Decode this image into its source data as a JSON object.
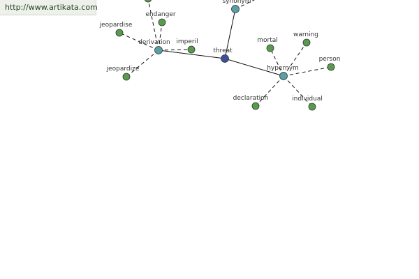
{
  "banner": {
    "url": "http://www.artikata.com"
  },
  "graph": {
    "colors": {
      "center": "#3d4f9c",
      "relation": "#5a9fa5",
      "word": "#5a9a4e",
      "stroke": "#2f3a2f",
      "edge": "#111111"
    },
    "nodes": [
      {
        "id": "threat",
        "label": "threat",
        "kind": "center"
      },
      {
        "id": "synonym",
        "label": "synonym",
        "kind": "relation"
      },
      {
        "id": "derivation",
        "label": "derivation",
        "kind": "relation"
      },
      {
        "id": "hypernym",
        "label": "hypernym",
        "kind": "relation"
      },
      {
        "id": "jeopardise",
        "label": "jeopardise",
        "kind": "word"
      },
      {
        "id": "endanger",
        "label": "endanger",
        "kind": "word"
      },
      {
        "id": "imperil",
        "label": "imperil",
        "kind": "word"
      },
      {
        "id": "jeopardize",
        "label": "jeopardize",
        "kind": "word"
      },
      {
        "id": "topword",
        "label": "",
        "kind": "word"
      },
      {
        "id": "mortal",
        "label": "mortal",
        "kind": "word"
      },
      {
        "id": "warning",
        "label": "warning",
        "kind": "word"
      },
      {
        "id": "person",
        "label": "person",
        "kind": "word"
      },
      {
        "id": "declaration",
        "label": "declaration",
        "kind": "word"
      },
      {
        "id": "individual",
        "label": "individual",
        "kind": "word"
      }
    ],
    "edges": [
      {
        "from": "threat",
        "to": "synonym",
        "style": "solid"
      },
      {
        "from": "threat",
        "to": "derivation",
        "style": "solid"
      },
      {
        "from": "threat",
        "to": "hypernym",
        "style": "solid"
      },
      {
        "from": "derivation",
        "to": "jeopardise",
        "style": "dashed"
      },
      {
        "from": "derivation",
        "to": "endanger",
        "style": "dashed"
      },
      {
        "from": "derivation",
        "to": "imperil",
        "style": "dashed"
      },
      {
        "from": "derivation",
        "to": "jeopardize",
        "style": "dashed"
      },
      {
        "from": "derivation",
        "to": "topword",
        "style": "dashed"
      },
      {
        "from": "hypernym",
        "to": "mortal",
        "style": "dashed"
      },
      {
        "from": "hypernym",
        "to": "warning",
        "style": "dashed"
      },
      {
        "from": "hypernym",
        "to": "person",
        "style": "dashed"
      },
      {
        "from": "hypernym",
        "to": "declaration",
        "style": "dashed"
      },
      {
        "from": "hypernym",
        "to": "individual",
        "style": "dashed"
      },
      {
        "from": "synonym",
        "to": "offscreen",
        "style": "dashed"
      }
    ]
  }
}
